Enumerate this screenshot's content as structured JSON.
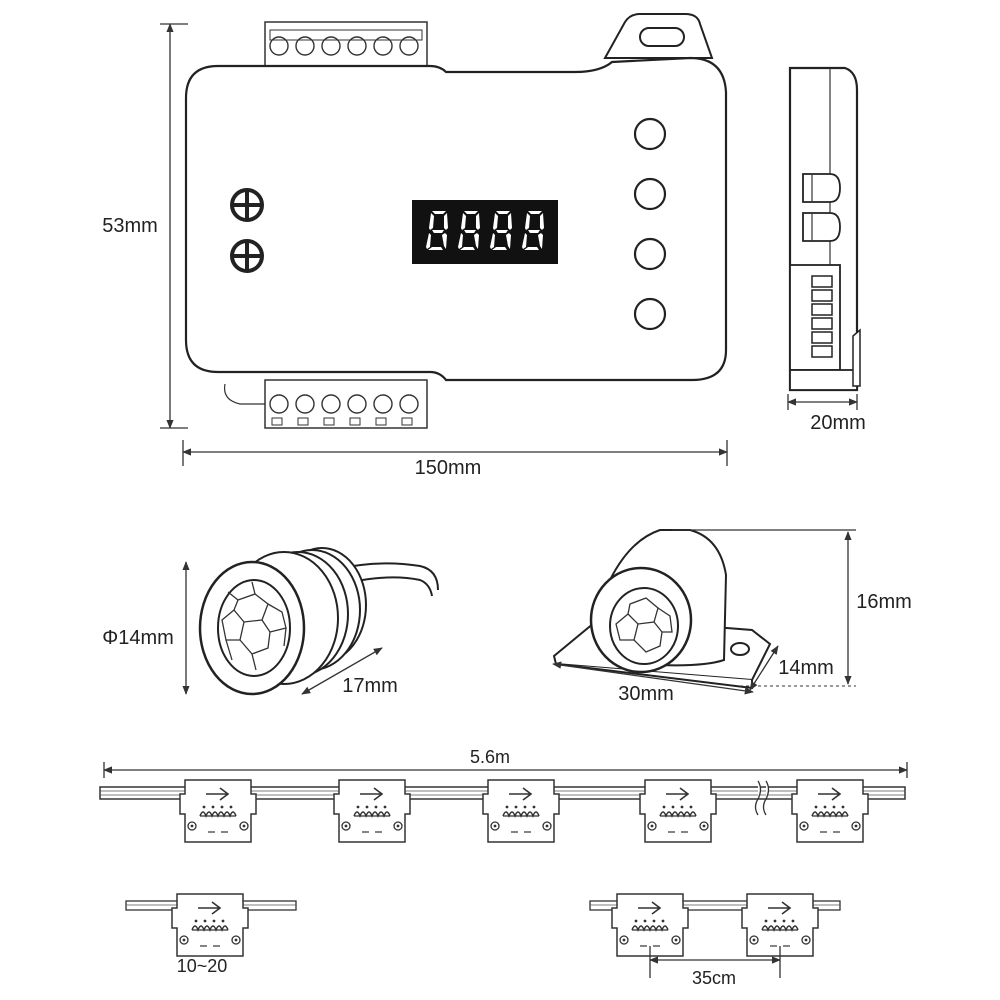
{
  "diagram": {
    "controller": {
      "height_label": "53mm",
      "width_label": "150mm",
      "depth_label": "20mm",
      "display_text": "8888"
    },
    "sensors": {
      "round_sensor": {
        "diameter_label": "Φ14mm",
        "length_label": "17mm"
      },
      "surface_sensor": {
        "length_label": "30mm",
        "width_label": "14mm",
        "height_label": "16mm"
      }
    },
    "strip": {
      "length_label": "5.6m",
      "count_label": "10~20",
      "spacing_label": "35cm"
    }
  }
}
